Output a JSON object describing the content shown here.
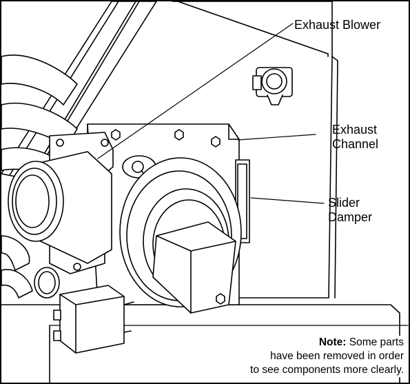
{
  "callouts": {
    "exhaust_blower": "Exhaust Blower",
    "exhaust_channel": [
      "Exhaust",
      "Channel"
    ],
    "slider_damper": [
      "Slider",
      "Damper"
    ]
  },
  "note": {
    "label": "Note:",
    "line1": "Some parts",
    "line2": "have been removed in order",
    "line3": "to see components more clearly."
  }
}
